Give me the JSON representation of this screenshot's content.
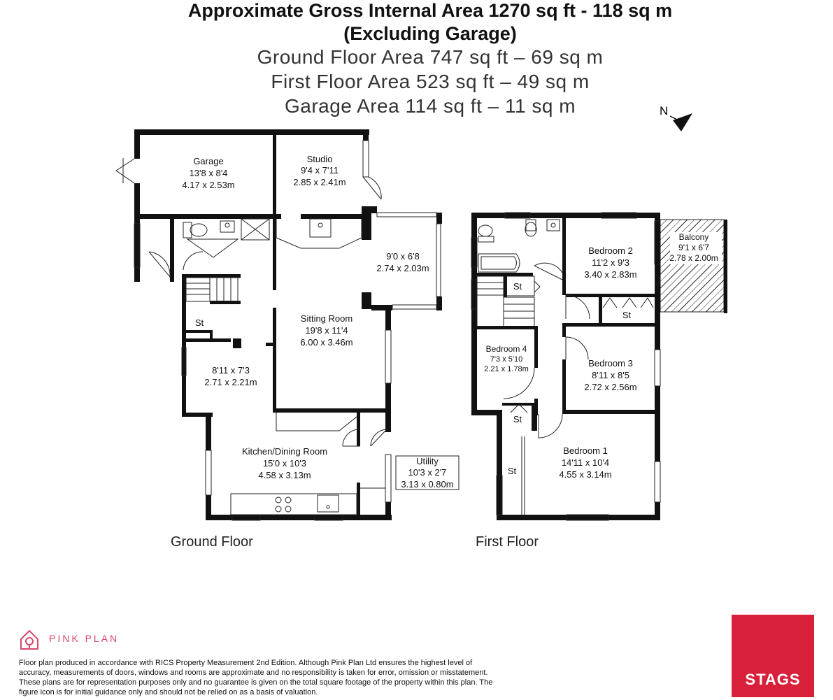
{
  "header": {
    "gross_area": "Approximate Gross Internal Area 1270 sq ft - 118 sq m",
    "excluding": "(Excluding Garage)",
    "ground_floor_area": "Ground Floor Area 747 sq ft – 69 sq m",
    "first_floor_area": "First Floor Area 523 sq ft – 49 sq m",
    "garage_area": "Garage Area 114 sq ft – 11 sq m"
  },
  "compass": {
    "label": "N",
    "icon": "north-arrow-icon"
  },
  "ground_floor": {
    "label": "Ground Floor",
    "rooms": {
      "garage": {
        "name": "Garage",
        "imperial": "13'8 x 8'4",
        "metric": "4.17 x 2.53m"
      },
      "studio": {
        "name": "Studio",
        "imperial": "9'4 x 7'11",
        "metric": "2.85 x 2.41m"
      },
      "bay": {
        "imperial": "9'0 x 6'8",
        "metric": "2.74 x 2.03m"
      },
      "sitting": {
        "name": "Sitting Room",
        "imperial": "19'8 x 11'4",
        "metric": "6.00 x 3.46m"
      },
      "store": {
        "name": "St"
      },
      "study": {
        "imperial": "8'11 x 7'3",
        "metric": "2.71 x 2.21m"
      },
      "kitchen": {
        "name": "Kitchen/Dining Room",
        "imperial": "15'0 x 10'3",
        "metric": "4.58 x 3.13m"
      },
      "utility": {
        "name": "Utility",
        "imperial": "10'3 x 2'7",
        "metric": "3.13 x 0.80m"
      }
    }
  },
  "first_floor": {
    "label": "First Floor",
    "rooms": {
      "bed2": {
        "name": "Bedroom 2",
        "imperial": "11'2 x 9'3",
        "metric": "3.40 x 2.83m"
      },
      "balcony": {
        "name": "Balcony",
        "imperial": "9'1 x 6'7",
        "metric": "2.78 x 2.00m"
      },
      "bed4": {
        "name": "Bedroom 4",
        "imperial": "7'3 x 5'10",
        "metric": "2.21 x 1.78m"
      },
      "bed3": {
        "name": "Bedroom 3",
        "imperial": "8'11 x 8'5",
        "metric": "2.72 x 2.56m"
      },
      "bed1": {
        "name": "Bedroom 1",
        "imperial": "14'11 x 10'4",
        "metric": "4.55 x 3.14m"
      },
      "store_a": {
        "name": "St"
      },
      "store_b": {
        "name": "St"
      },
      "store_c": {
        "name": "St"
      },
      "store_d": {
        "name": "St"
      }
    }
  },
  "footer": {
    "brand": "PINK PLAN",
    "disclaimer": "Floor plan produced in accordance with RICS Property Measurement 2nd Edition. Although Pink Plan Ltd ensures the highest level of accuracy, measurements of doors, windows and rooms are approximate and no responsibility is taken for error, omission or misstatement. These plans are for representation purposes only and no guarantee is given on the total square footage of the property within this plan. The figure icon is for initial guidance only and should not be relied on as a basis of valuation.",
    "agent": "STAGS"
  },
  "colors": {
    "wall": "#111111",
    "brand_pink": "#d6496b",
    "agent_red": "#d8203a"
  }
}
